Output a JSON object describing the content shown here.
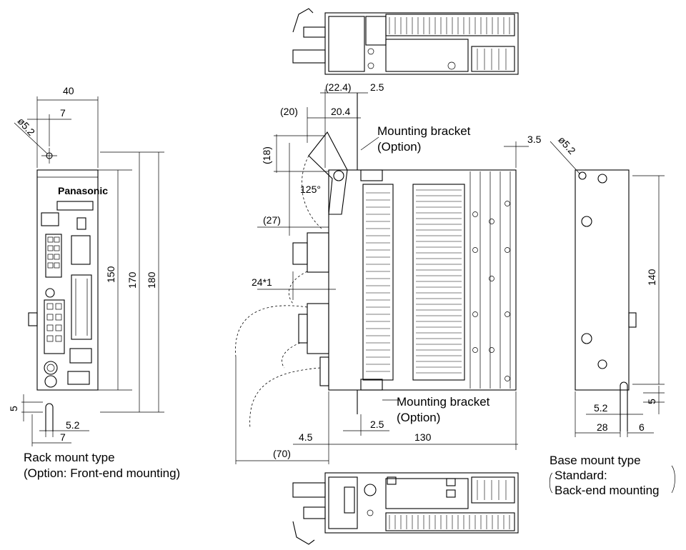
{
  "rack_view": {
    "brand_logo": "Panasonic",
    "caption_line1": "Rack mount type",
    "caption_line2": "(Option: Front-end mounting)",
    "dims": {
      "width": "40",
      "hole_offset": "7",
      "hole_dia": "ø5.2",
      "inner_height": "150",
      "mid_height": "170",
      "overall_height": "180",
      "bottom_slot": "5",
      "slot_width": "5.2",
      "bottom_offset": "7"
    }
  },
  "side_view": {
    "dims": {
      "d_22_4": "(22.4)",
      "d_2_5_top": "2.5",
      "d_20": "(20)",
      "d_20_4": "20.4",
      "d_18": "(18)",
      "angle": "125°",
      "d_27": "(27)",
      "d_24": "24*1",
      "d_4_5": "4.5",
      "d_130": "130",
      "d_70": "(70)",
      "d_2_5_bottom": "2.5"
    },
    "bracket_top_line1": "Mounting bracket",
    "bracket_top_line2": "(Option)",
    "bracket_bottom_line1": "Mounting bracket",
    "bracket_bottom_line2": "(Option)"
  },
  "base_view": {
    "caption_line1": "Base mount type",
    "caption_line2": "Standard:",
    "caption_line3": "Back-end mounting",
    "dims": {
      "d_3_5": "3.5",
      "hole_dia": "ø5.2",
      "height": "140",
      "bottom_slot": "5",
      "slot_width": "5.2",
      "d_28": "28",
      "d_6": "6"
    }
  }
}
